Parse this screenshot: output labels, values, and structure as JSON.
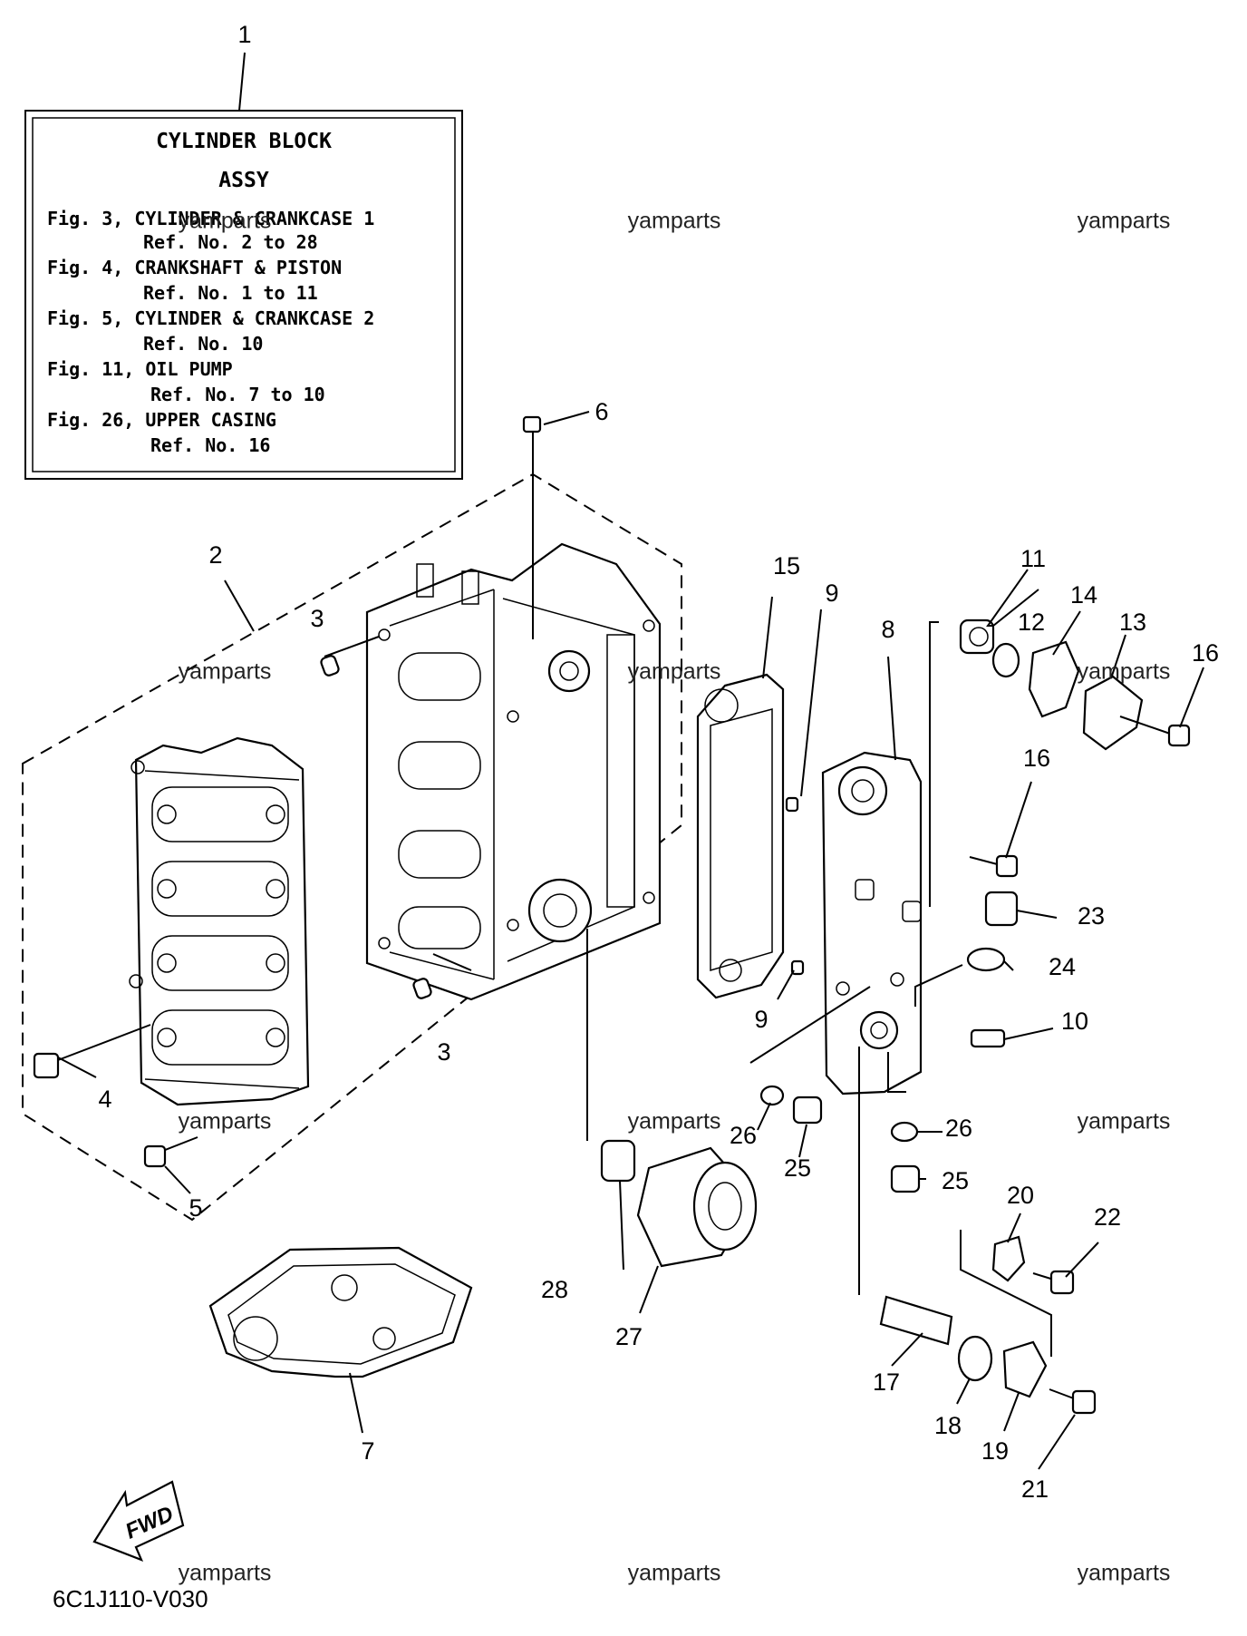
{
  "info_box": {
    "title_line1": "CYLINDER BLOCK",
    "title_line2": "ASSY",
    "lines": [
      "Fig. 3, CYLINDER & CRANKCASE 1",
      "Ref. No. 2 to 28",
      "Fig. 4, CRANKSHAFT & PISTON",
      "Ref. No. 1 to 11",
      "Fig. 5, CYLINDER & CRANKCASE 2",
      "Ref. No. 10",
      "Fig. 11, OIL PUMP",
      "Ref. No. 7 to 10",
      "Fig. 26, UPPER CASING",
      "Ref. No. 16"
    ]
  },
  "callouts": {
    "c1": "1",
    "c2": "2",
    "c3a": "3",
    "c3b": "3",
    "c4": "4",
    "c5": "5",
    "c6": "6",
    "c7": "7",
    "c8": "8",
    "c9a": "9",
    "c9b": "9",
    "c10": "10",
    "c11": "11",
    "c12": "12",
    "c13": "13",
    "c14": "14",
    "c15": "15",
    "c16a": "16",
    "c16b": "16",
    "c17": "17",
    "c18": "18",
    "c19": "19",
    "c20": "20",
    "c21": "21",
    "c22": "22",
    "c23": "23",
    "c24": "24",
    "c25a": "25",
    "c25b": "25",
    "c26a": "26",
    "c26b": "26",
    "c27": "27",
    "c28": "28"
  },
  "watermark": "yamparts",
  "fwd_label": "FWD",
  "diagram_code": "6C1J110-V030"
}
